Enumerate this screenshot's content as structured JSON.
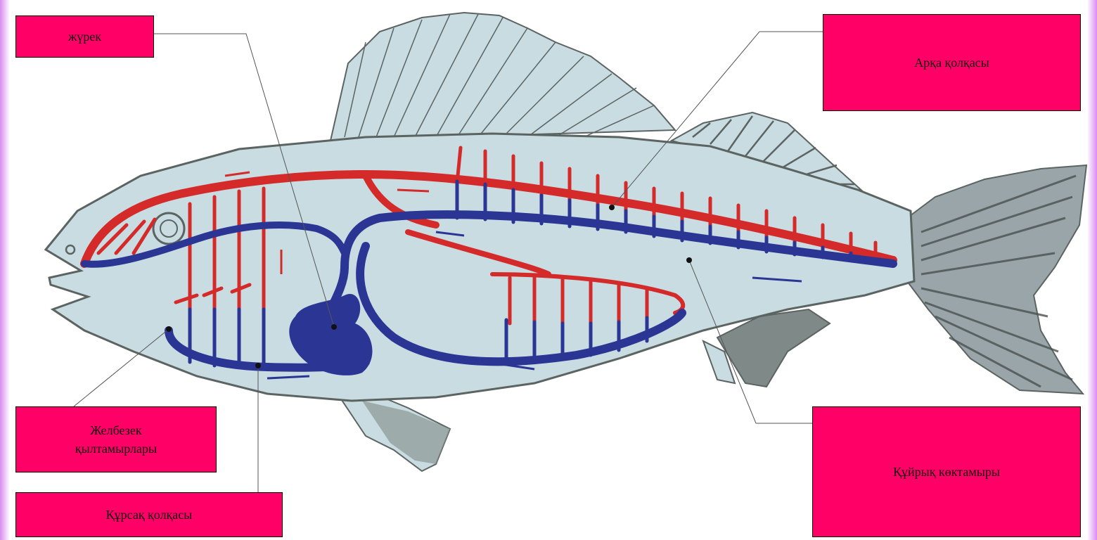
{
  "labels": {
    "heart": "жүрек",
    "dorsal_aorta": "Арқа қолқасы",
    "gill_arteries_line1": "Желбезек",
    "gill_arteries_line2": "қылтамырлары",
    "ventral_aorta": "Құрсақ қолқасы",
    "caudal_vein": "Құйрық көктамыры"
  },
  "colors": {
    "label_bg": "#ff0066",
    "artery": "#d42a2a",
    "vein": "#2b3594",
    "fish_body": "#c8dce2",
    "fin": "#5c6462",
    "border": "#d98cf2"
  }
}
